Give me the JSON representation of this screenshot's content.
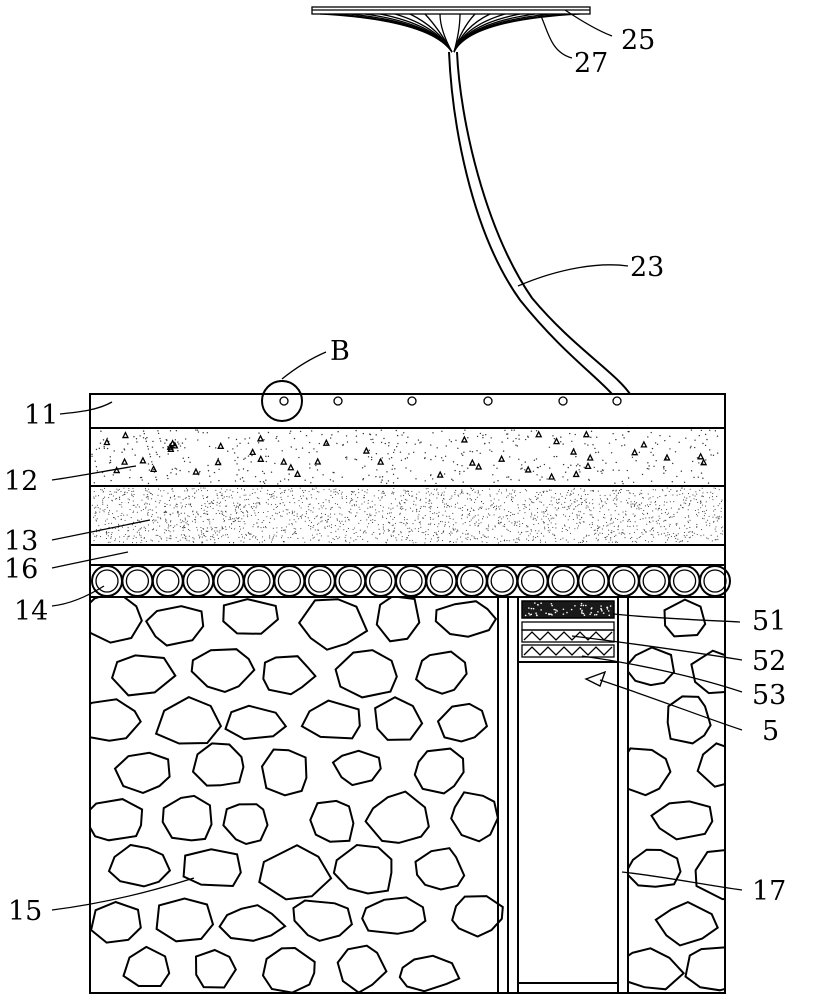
{
  "figure": {
    "callouts": [
      {
        "id": "c25",
        "text": "25"
      },
      {
        "id": "c27",
        "text": "27"
      },
      {
        "id": "c23",
        "text": "23"
      },
      {
        "id": "cB",
        "text": "B"
      },
      {
        "id": "c11",
        "text": "11"
      },
      {
        "id": "c12",
        "text": "12"
      },
      {
        "id": "c13",
        "text": "13"
      },
      {
        "id": "c16",
        "text": "16"
      },
      {
        "id": "c14",
        "text": "14"
      },
      {
        "id": "c15",
        "text": "15"
      },
      {
        "id": "c51",
        "text": "51"
      },
      {
        "id": "c52",
        "text": "52"
      },
      {
        "id": "c53",
        "text": "53"
      },
      {
        "id": "c5",
        "text": "5"
      },
      {
        "id": "c17",
        "text": "17"
      }
    ],
    "colors": {
      "ink": "#000000",
      "paper": "#ffffff",
      "stipple": "#333333"
    }
  }
}
